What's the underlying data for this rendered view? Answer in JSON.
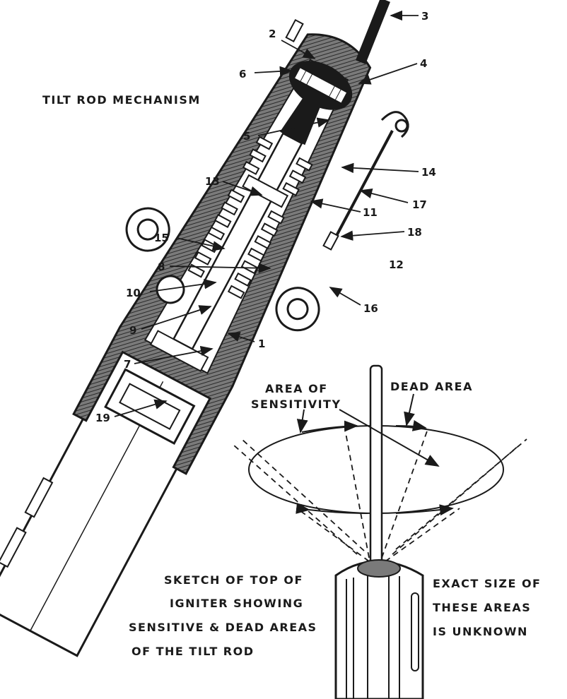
{
  "title": "TILT ROD MECHANISM",
  "callouts": [
    "1",
    "2",
    "3",
    "4",
    "5",
    "6",
    "7",
    "8",
    "9",
    "10",
    "11",
    "12",
    "13",
    "14",
    "15",
    "16",
    "17",
    "18",
    "19"
  ],
  "inset": {
    "area_label_line1": "AREA OF",
    "area_label_line2": "SENSITIVITY",
    "dead_label": "DEAD AREA",
    "caption_lines": [
      "SKETCH OF TOP OF",
      "IGNITER SHOWING",
      "SENSITIVE & DEAD AREAS",
      "OF THE TILT ROD"
    ],
    "note_lines": [
      "EXACT SIZE OF",
      "THESE AREAS",
      "IS UNKNOWN"
    ]
  },
  "colors": {
    "ink": "#1a1a1a",
    "hatch": "#6b6b6b",
    "paper": "#ffffff"
  }
}
